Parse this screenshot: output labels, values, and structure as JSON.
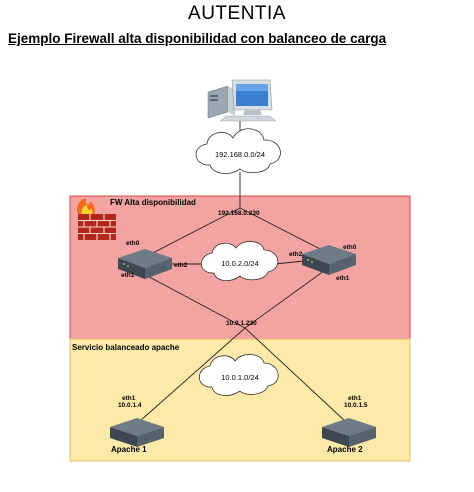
{
  "header": {
    "brand": "AUTENTIA",
    "title": "Ejemplo Firewall alta disponibilidad con balanceo de carga"
  },
  "diagram": {
    "clouds": {
      "top": "192.168.0.0/24",
      "middle": "10.0.2.0/24",
      "bottom": "10.0.1.0/24"
    },
    "zones": {
      "firewall": "FW Alta disponibilidad",
      "service": "Servicio balanceado apache"
    },
    "ips": {
      "external_vip": "192.168.0.230",
      "internal_vip": "10.0.1.230"
    },
    "fw_left": {
      "eth0": "eth0",
      "eth1": "eth1",
      "eth2": "eth2"
    },
    "fw_right": {
      "eth0": "eth0",
      "eth1": "eth1",
      "eth2": "eth2"
    },
    "apache1": {
      "label": "Apache 1",
      "iface": "eth1",
      "ip": "10.0.1.4"
    },
    "apache2": {
      "label": "Apache 2",
      "iface": "eth1",
      "ip": "10.0.1.5"
    },
    "colors": {
      "fw_zone_fill": "#f4a3a3",
      "fw_zone_border": "#d94a4a",
      "service_zone_fill": "#fde9a8",
      "service_zone_border": "#e0c060",
      "router": "#4f5b66"
    }
  }
}
